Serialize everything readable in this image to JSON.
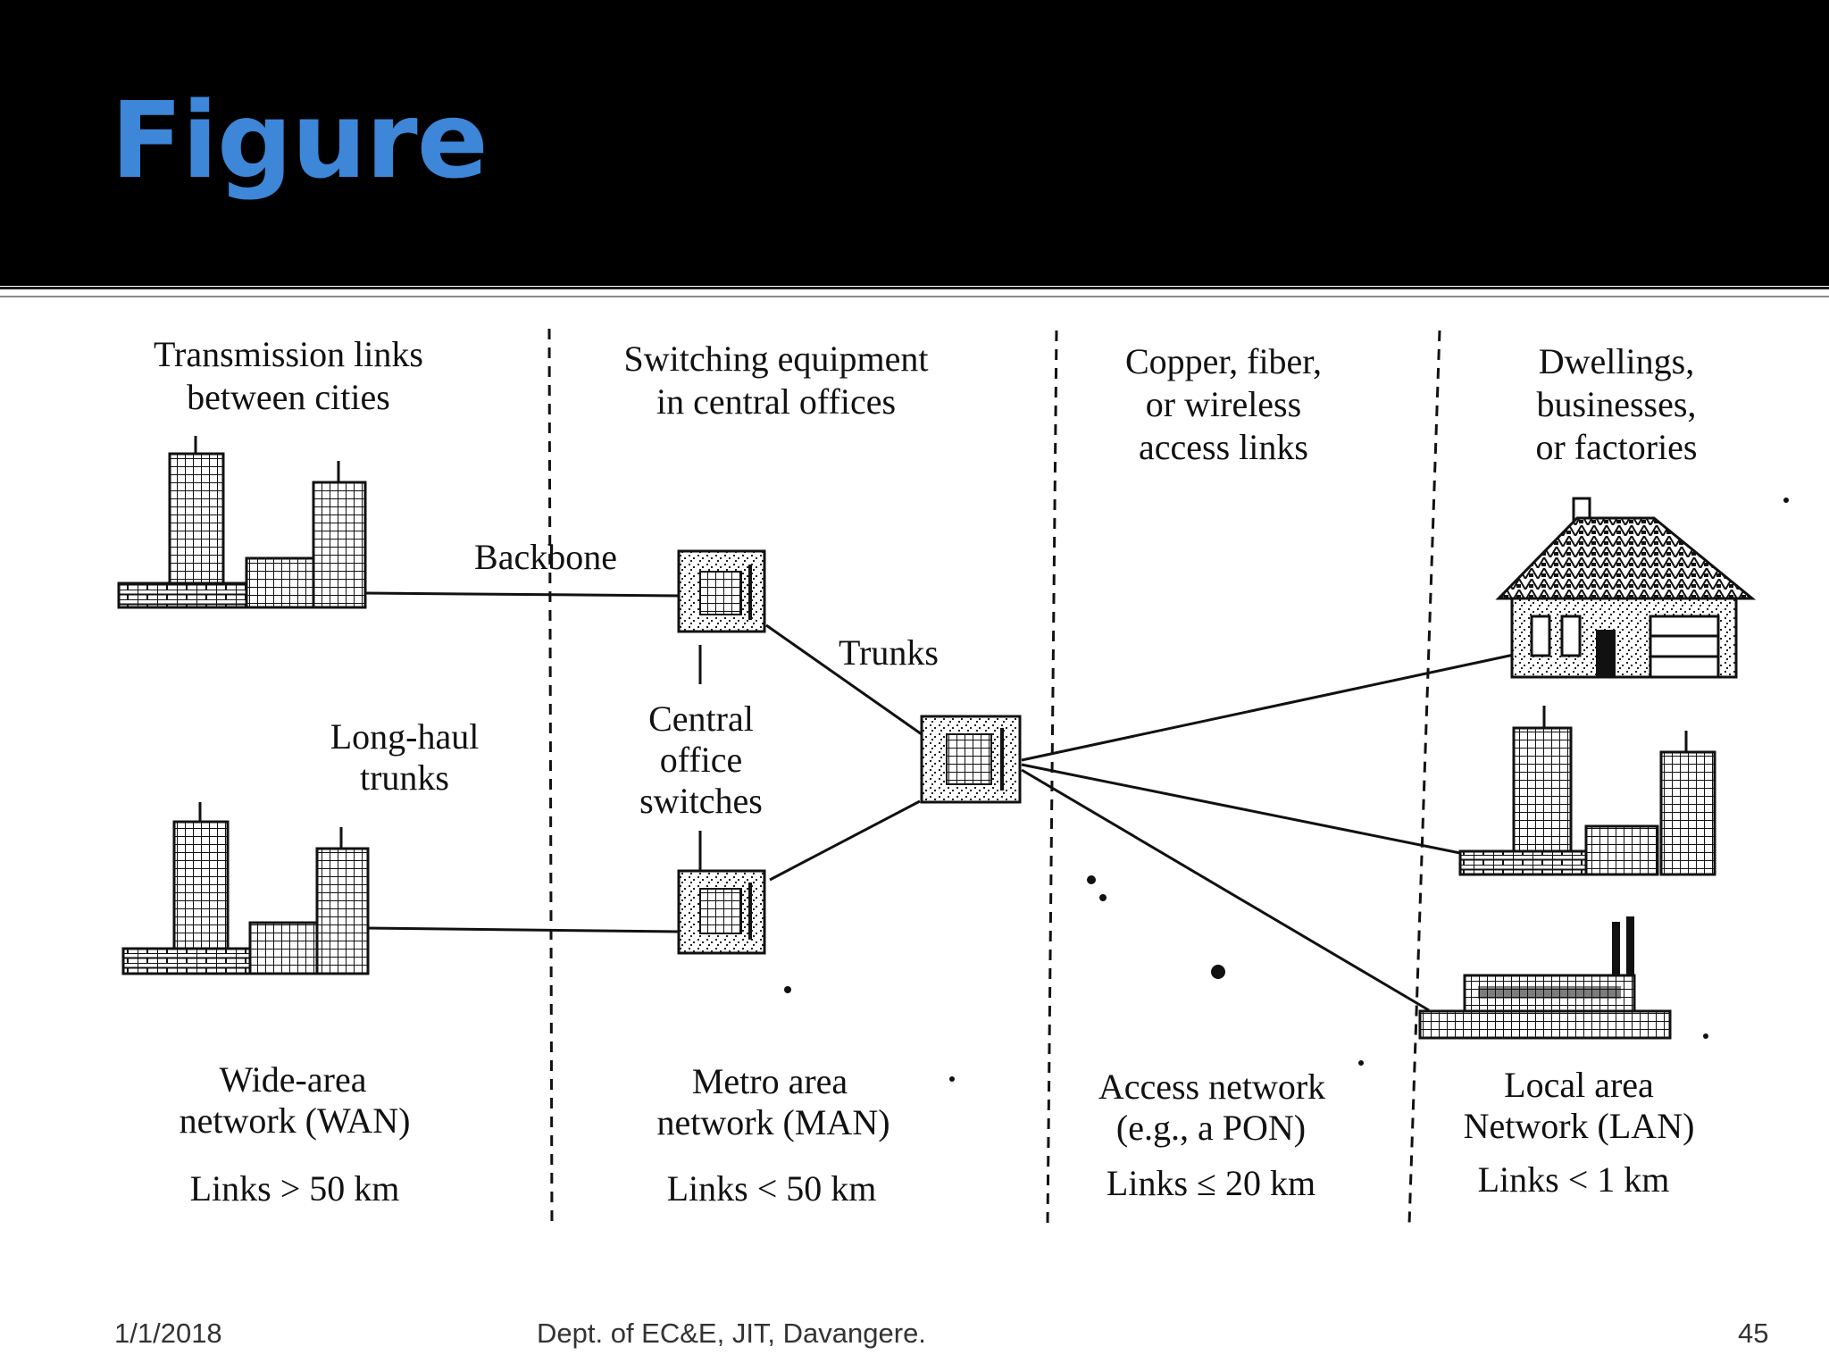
{
  "slide": {
    "title": "Figure",
    "title_color": "#3d86d8",
    "footer": {
      "date": "1/1/2018",
      "department": "Dept. of EC&E, JIT, Davangere.",
      "page": "45"
    }
  },
  "diagram": {
    "columns": {
      "wan": {
        "top_line1": "Transmission links",
        "top_line2": "between cities",
        "name_line1": "Wide-area",
        "name_line2": "network (WAN)",
        "distance": "Links > 50 km"
      },
      "man": {
        "top_line1": "Switching equipment",
        "top_line2": "in central offices",
        "name_line1": "Metro area",
        "name_line2": "network (MAN)",
        "distance": "Links < 50 km"
      },
      "access": {
        "top_line1": "Copper, fiber,",
        "top_line2": "or wireless",
        "top_line3": "access links",
        "name_line1": "Access network",
        "name_line2": "(e.g., a PON)",
        "distance": "Links ≤ 20 km"
      },
      "lan": {
        "top_line1": "Dwellings,",
        "top_line2": "businesses,",
        "top_line3": "or factories",
        "name_line1": "Local area",
        "name_line2": "Network (LAN)",
        "distance": "Links < 1 km"
      }
    },
    "link_labels": {
      "backbone": "Backbone",
      "trunks": "Trunks",
      "long_haul_line1": "Long-haul",
      "long_haul_line2": "trunks",
      "central_office_line1": "Central",
      "central_office_line2": "office",
      "central_office_line3": "switches"
    }
  }
}
